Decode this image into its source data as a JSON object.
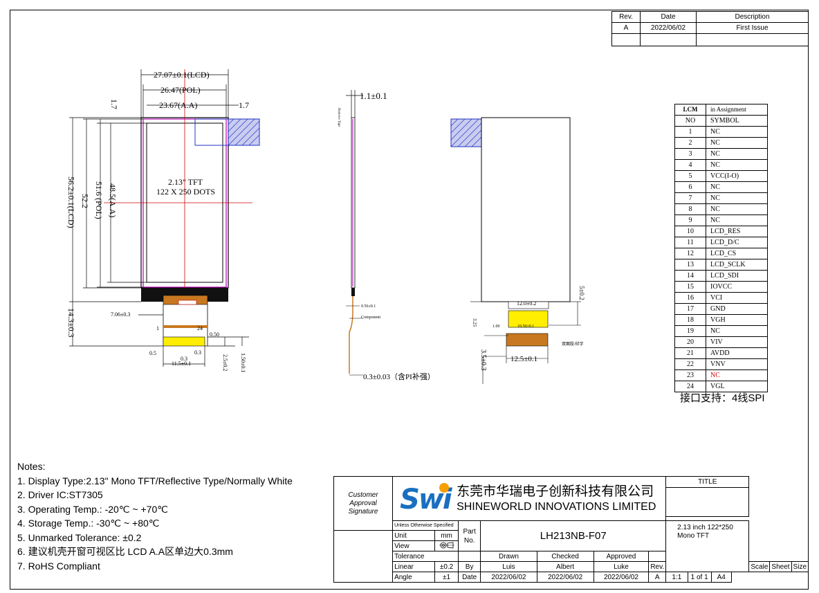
{
  "revision_table": {
    "headers": [
      "Rev.",
      "Date",
      "Description"
    ],
    "rows": [
      [
        "A",
        "2022/06/02",
        "First Issue"
      ],
      [
        "",
        "",
        ""
      ]
    ]
  },
  "front_view": {
    "dim_lcd_width": "27.07±0.1(LCD)",
    "dim_pol_width": "26.47(POL)",
    "dim_aa_width": "23.67(A.A)",
    "dim_left_margin": "1.7",
    "dim_right_margin": "1.7",
    "dim_lcd_height": "56.2±0.1(LCD)",
    "dim_52_2": "52.2",
    "dim_pol_height": "51.6 (POL)",
    "dim_aa_height": "48.5(A.A)",
    "display_label_line1": "2.13\" TFT",
    "display_label_line2": "122 X 250 DOTS",
    "dim_fpc_total": "14.3±0.3",
    "dim_7_06": "7.06±0.3",
    "pin_first": "1",
    "pin_last": "24",
    "dim_0_5": "0.5",
    "dim_0_3a": "0.3",
    "dim_0_3b": "0.3",
    "dim_11_5": "11.5±0.1",
    "dim_2_5": "2.5±0.2",
    "dim_1_5": "1.50±0.1",
    "dim_0_50": "0.50"
  },
  "side_view": {
    "dim_thickness": "1.1±0.1",
    "label_tape": "Remove Tape",
    "dim_0_56": "0.56±0.1",
    "label_component": "Component",
    "dim_pi": "0.3±0.03（含PI补强）"
  },
  "back_view": {
    "dim_5": "5±0.2",
    "dim_12_0": "12.0±0.2",
    "dim_10_50": "10.50±0.1",
    "dim_1_00": "1.00",
    "dim_3_25": "3.25",
    "dim_12_5": "12.5±0.1",
    "dim_3_5": "3.5±0.3",
    "label_tape2": "双面胶/印字"
  },
  "pin_table": {
    "title_left": "LCM",
    "title_right": "in Assignment",
    "col_no": "NO",
    "col_symbol": "SYMBOL",
    "pins": [
      {
        "no": "1",
        "symbol": "NC"
      },
      {
        "no": "2",
        "symbol": "NC"
      },
      {
        "no": "3",
        "symbol": "NC"
      },
      {
        "no": "4",
        "symbol": "NC"
      },
      {
        "no": "5",
        "symbol": "VCC(I-O)"
      },
      {
        "no": "6",
        "symbol": "NC"
      },
      {
        "no": "7",
        "symbol": "NC"
      },
      {
        "no": "8",
        "symbol": "NC"
      },
      {
        "no": "9",
        "symbol": "NC"
      },
      {
        "no": "10",
        "symbol": "LCD_RES"
      },
      {
        "no": "11",
        "symbol": "LCD_D/C"
      },
      {
        "no": "12",
        "symbol": "LCD_CS"
      },
      {
        "no": "13",
        "symbol": "LCD_SCLK"
      },
      {
        "no": "14",
        "symbol": "LCD_SDI"
      },
      {
        "no": "15",
        "symbol": "IOVCC"
      },
      {
        "no": "16",
        "symbol": "VCI"
      },
      {
        "no": "17",
        "symbol": "GND"
      },
      {
        "no": "18",
        "symbol": "VGH"
      },
      {
        "no": "19",
        "symbol": "NC"
      },
      {
        "no": "20",
        "symbol": "VIV"
      },
      {
        "no": "21",
        "symbol": "AVDD"
      },
      {
        "no": "22",
        "symbol": "VNV"
      },
      {
        "no": "23",
        "symbol": "NC"
      },
      {
        "no": "24",
        "symbol": "VGL"
      }
    ],
    "highlight_color": "#e00000",
    "interface_note": "接口支持：4线SPI"
  },
  "notes": {
    "title": "Notes:",
    "items": [
      "1. Display Type:2.13\" Mono TFT/Reflective Type/Normally White",
      "2. Driver IC:ST7305",
      "3. Operating Temp.: -20℃ ~ +70℃",
      "4. Storage Temp.: -30℃ ~ +80℃",
      "5. Unmarked Tolerance: ±0.2",
      "6. 建议机壳开窗可视区比 LCD A.A区单边大0.3mm",
      "7. RoHS Compliant"
    ]
  },
  "title_block": {
    "customer_approval": "Customer Approval Signature",
    "logo_text": "Swi",
    "company_cn": "东莞市华瑞电子创新科技有限公司",
    "company_en": "SHINEWORLD INNOVATIONS LIMITED",
    "title_label": "TITLE",
    "title_value_line1": "2.13 inch  122*250",
    "title_value_line2": "Mono TFT",
    "unless": "Unless Otherwise Specified",
    "unit_label": "Unit",
    "unit_value": "mm",
    "view_label": "View",
    "part_no_label": "Part No.",
    "part_no_value": "LH213NB-F07",
    "tolerance_label": "Tolerance",
    "drawn_label": "Drawn",
    "checked_label": "Checked",
    "approved_label": "Approved",
    "linear_label": "Linear",
    "linear_value": "±0.2",
    "angle_label": "Angle",
    "angle_value": "±1",
    "by_label": "By",
    "date_label": "Date",
    "drawn_by": "Luis",
    "checked_by": "Albert",
    "approved_by": "Luke",
    "drawn_date": "2022/06/02",
    "checked_date": "2022/06/02",
    "approved_date": "2022/06/02",
    "rev_label": "Rev.",
    "scale_label": "Scale",
    "sheet_label": "Sheet",
    "size_label": "Size",
    "rev_value": "A",
    "scale_value": "1:1",
    "sheet_value": "1 of 1",
    "size_value": "A4"
  }
}
